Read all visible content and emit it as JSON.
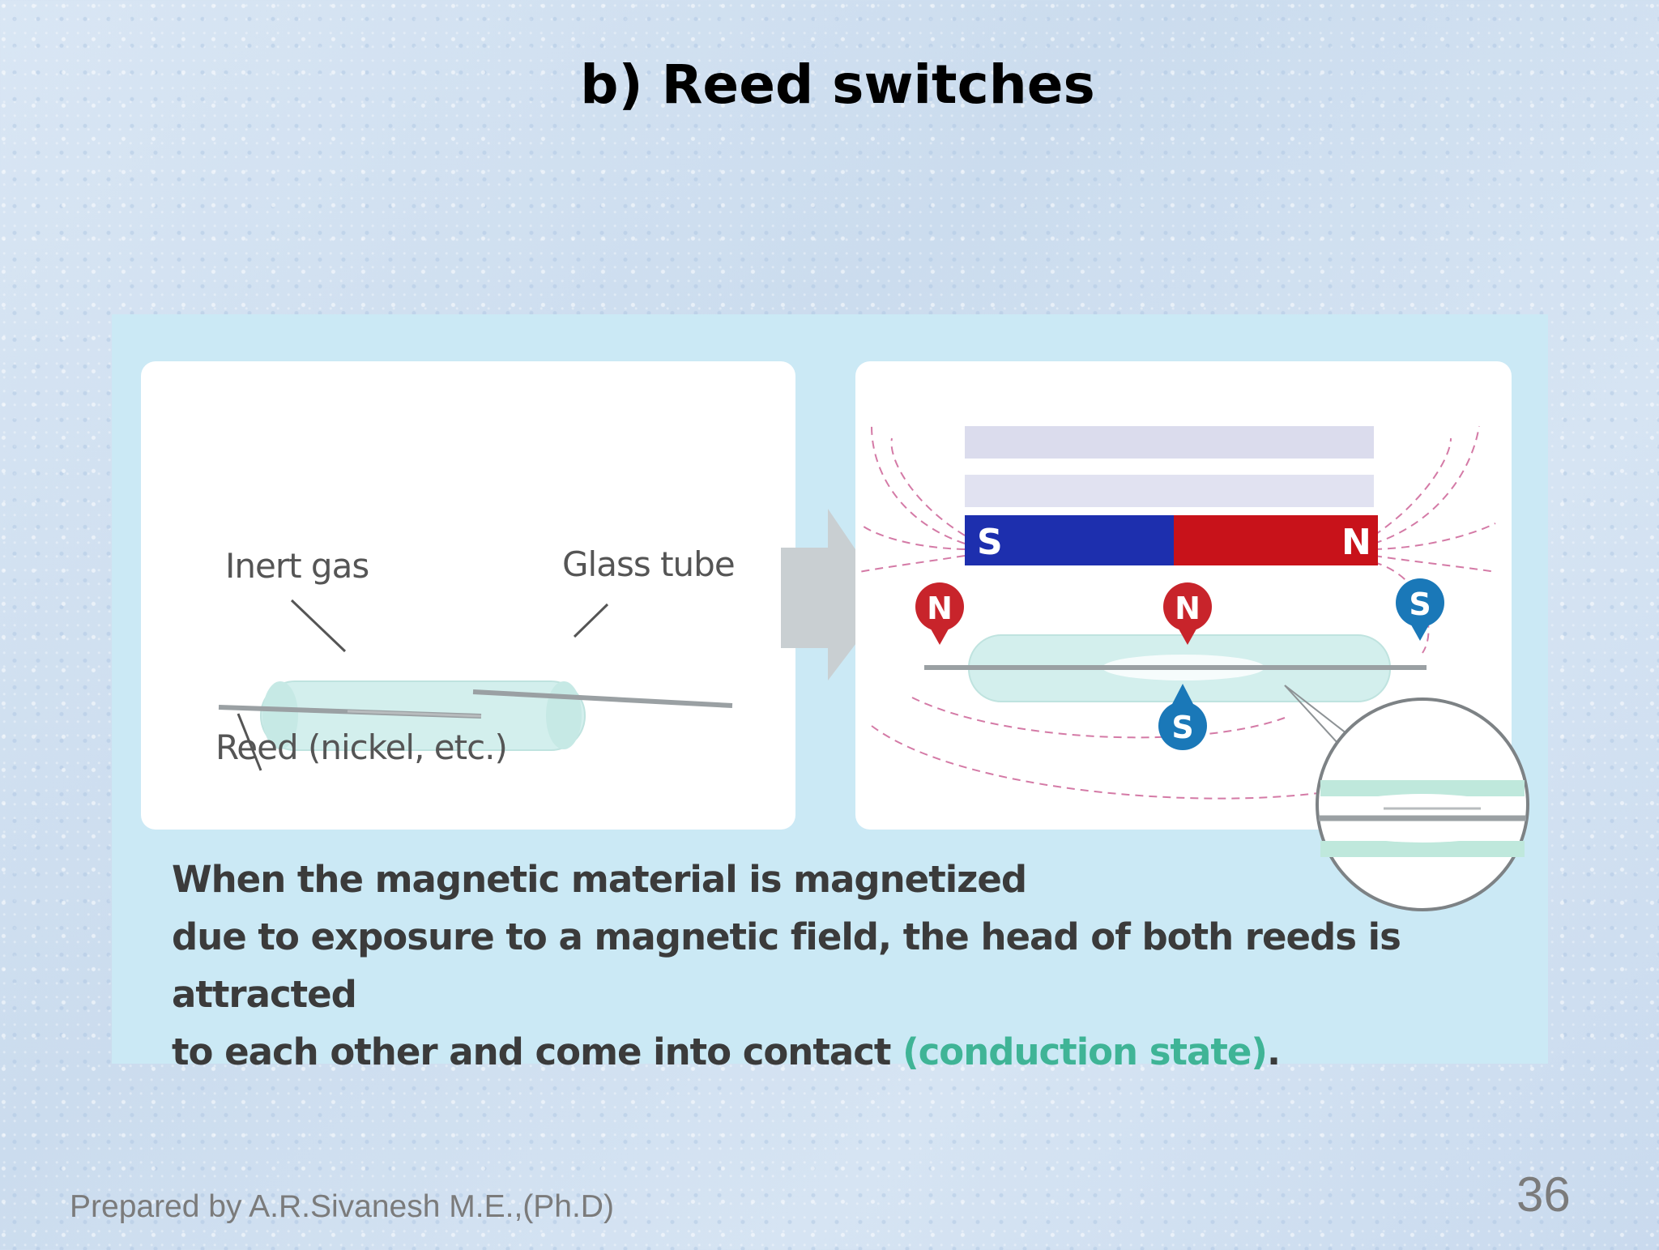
{
  "slide": {
    "title": "b) Reed switches",
    "footer_credit": "Prepared by A.R.Sivanesh M.E.,(Ph.D)",
    "slide_number": "36"
  },
  "figure": {
    "left_panel": {
      "label_inert_gas": "Inert gas",
      "label_glass_tube": "Glass tube",
      "label_reed": "Reed (nickel, etc.)"
    },
    "right_panel": {
      "magnet_south": "S",
      "magnet_north": "N",
      "pole_n": "N",
      "pole_s": "S"
    },
    "caption": {
      "line1": "When the magnetic material is magnetized",
      "line2": "due to exposure to a magnetic field, the head of both reeds is attracted",
      "line3_main": "to each other and come into contact ",
      "line3_highlight": "(conduction state)",
      "line3_end": "."
    },
    "colors": {
      "magnet_south": "#1d2fae",
      "magnet_north": "#c8121a",
      "pole_red": "#c8242b",
      "pole_blue": "#1a78b8",
      "highlight": "#3fb496",
      "figure_bg": "#cbe9f5"
    }
  }
}
